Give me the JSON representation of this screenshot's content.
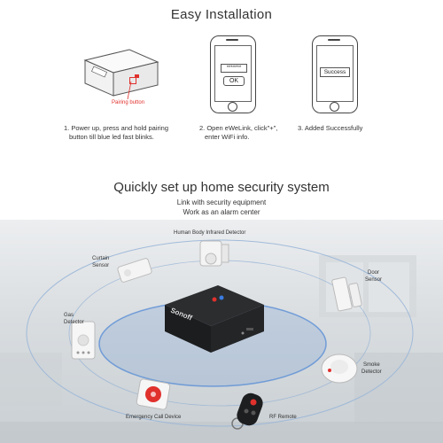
{
  "header": {
    "title": "Easy Installation"
  },
  "steps": [
    {
      "label": "Pairing button",
      "line1": "1. Power up, press and hold pairing",
      "line2": "button till blue led fast blinks."
    },
    {
      "screen_text": "*******",
      "button": "OK",
      "line1": "2. Open eWeLink, click\"+\",",
      "line2": "enter WiFi info."
    },
    {
      "screen_text": "Success",
      "line1": "3. Added Successfully"
    }
  ],
  "device_brand": "Sonoff",
  "security": {
    "title": "Quickly set up home security system",
    "sub1": "Link with security equipment",
    "sub2": "Work as an alarm center"
  },
  "labels": {
    "pir": "Human Body Infrared Detector",
    "curtain1": "Curtain",
    "curtain2": "Sensor",
    "door1": "Door",
    "door2": "Sensor",
    "gas1": "Gas",
    "gas2": "Detector",
    "smoke1": "Smoke",
    "smoke2": "Detector",
    "emergency": "Emergency Call Device",
    "remote": "RF Remote"
  },
  "colors": {
    "pairing_red": "#e0312d",
    "ring_blue": "#5a8fd6"
  }
}
